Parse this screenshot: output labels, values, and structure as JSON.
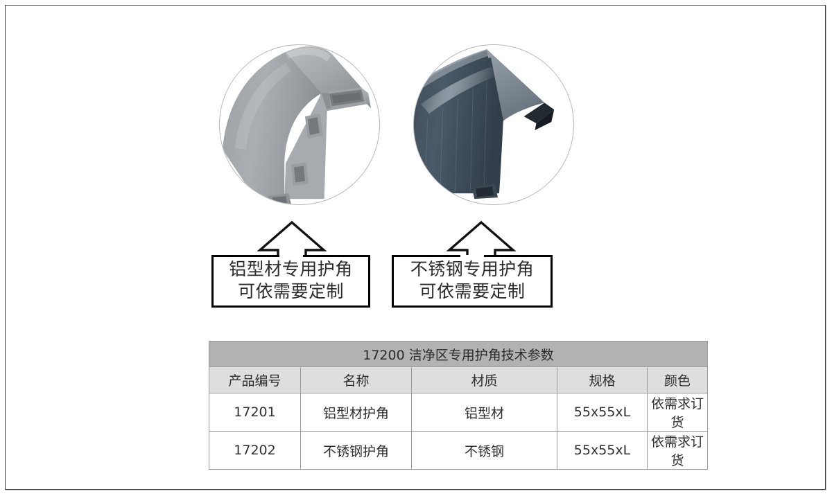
{
  "photos": [
    {
      "id": "aluminium-corner-guard",
      "alt_name": "aluminium-profile-corner-guard-photo",
      "base_color": "#9ea2a6",
      "highlight_color": "#c3c7ca",
      "shadow_color": "#7d8185"
    },
    {
      "id": "stainless-steel-corner-guard",
      "alt_name": "stainless-steel-corner-guard-photo",
      "base_color": "#3f4d5c",
      "highlight_color": "#8d9aa6",
      "shadow_color": "#2a333d"
    }
  ],
  "callouts": [
    {
      "name": "aluminium-callout",
      "line1": "铝型材专用护角",
      "line2": "可依需要定制"
    },
    {
      "name": "stainless-callout",
      "line1": "不锈钢专用护角",
      "line2": "可依需要定制"
    }
  ],
  "table": {
    "title": "17200 洁净区专用护角技术参数",
    "headers": [
      "产品编号",
      "名称",
      "材质",
      "规格",
      "颜色"
    ],
    "rows": [
      {
        "code": "17201",
        "name": "铝型材护角",
        "material": "铝型材",
        "spec": "55x55xL",
        "color": "依需求订货"
      },
      {
        "code": "17202",
        "name": "不锈钢护角",
        "material": "不锈钢",
        "spec": "55x55xL",
        "color": "依需求订货"
      }
    ]
  },
  "colors": {
    "title_row_bg": "#b2b2b2",
    "header_row_bg": "#dedede",
    "table_border": "#9b9b9f",
    "page_border": "#3b3b40",
    "text": "#2e2e2e"
  }
}
